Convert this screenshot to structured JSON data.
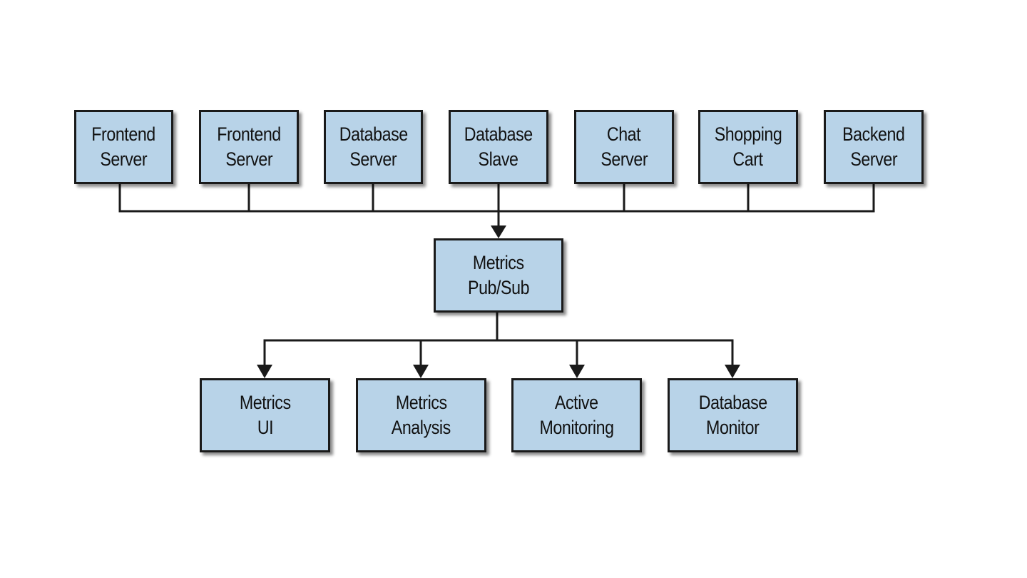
{
  "colors": {
    "box_fill": "#b8d3e8",
    "stroke": "#1a1a1a"
  },
  "sources": [
    {
      "line1": "Frontend",
      "line2": "Server"
    },
    {
      "line1": "Frontend",
      "line2": "Server"
    },
    {
      "line1": "Database",
      "line2": "Server"
    },
    {
      "line1": "Database",
      "line2": "Slave"
    },
    {
      "line1": "Chat",
      "line2": "Server"
    },
    {
      "line1": "Shopping",
      "line2": "Cart"
    },
    {
      "line1": "Backend",
      "line2": "Server"
    }
  ],
  "hub": {
    "line1": "Metrics",
    "line2": "Pub/Sub"
  },
  "consumers": [
    {
      "line1": "Metrics",
      "line2": "UI"
    },
    {
      "line1": "Metrics",
      "line2": "Analysis"
    },
    {
      "line1": "Active",
      "line2": "Monitoring"
    },
    {
      "line1": "Database",
      "line2": "Monitor"
    }
  ],
  "edges": [
    {
      "from": "sources",
      "to": "hub"
    },
    {
      "from": "hub",
      "to": "consumers"
    }
  ]
}
